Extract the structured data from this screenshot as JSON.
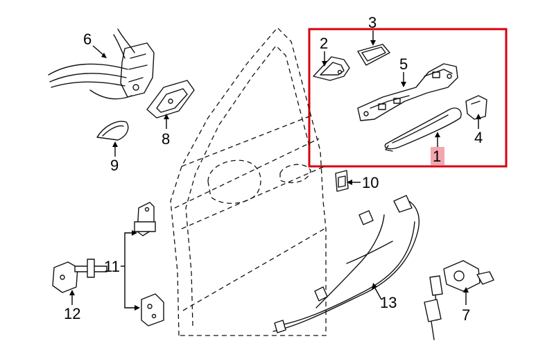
{
  "callouts": {
    "c1": "1",
    "c2": "2",
    "c3": "3",
    "c4": "4",
    "c5": "5",
    "c6": "6",
    "c7": "7",
    "c8": "8",
    "c9": "9",
    "c10": "10",
    "c11": "11",
    "c12": "12",
    "c13": "13"
  },
  "colors": {
    "highlight_box": "#d8000e",
    "highlight_label_bg": "#f3a6ad",
    "line": "#111111"
  }
}
